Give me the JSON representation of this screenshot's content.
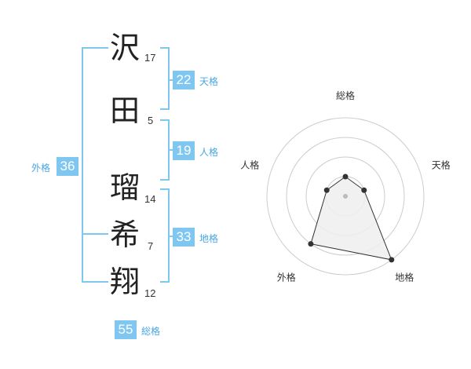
{
  "name": {
    "characters": [
      {
        "char": "沢",
        "strokes": "17"
      },
      {
        "char": "田",
        "strokes": "5"
      },
      {
        "char": "瑠",
        "strokes": "14"
      },
      {
        "char": "希",
        "strokes": "7"
      },
      {
        "char": "翔",
        "strokes": "12"
      }
    ]
  },
  "kaku": {
    "tenkaku": {
      "value": "22",
      "label": "天格"
    },
    "jinkaku": {
      "value": "19",
      "label": "人格"
    },
    "chikaku": {
      "value": "33",
      "label": "地格"
    },
    "gaikaku": {
      "value": "36",
      "label": "外格"
    },
    "soukaku": {
      "value": "55",
      "label": "総格"
    }
  },
  "colors": {
    "accent": "#7fc7f0",
    "label": "#4aa6e0",
    "polygon_fill": "#eeeeee",
    "polygon_stroke": "#333333"
  },
  "chart_data": {
    "type": "radar",
    "axes": [
      "総格",
      "天格",
      "地格",
      "外格",
      "人格"
    ],
    "values": [
      0.25,
      0.25,
      1.0,
      0.75,
      0.25
    ],
    "rings": 4,
    "grid": true
  }
}
